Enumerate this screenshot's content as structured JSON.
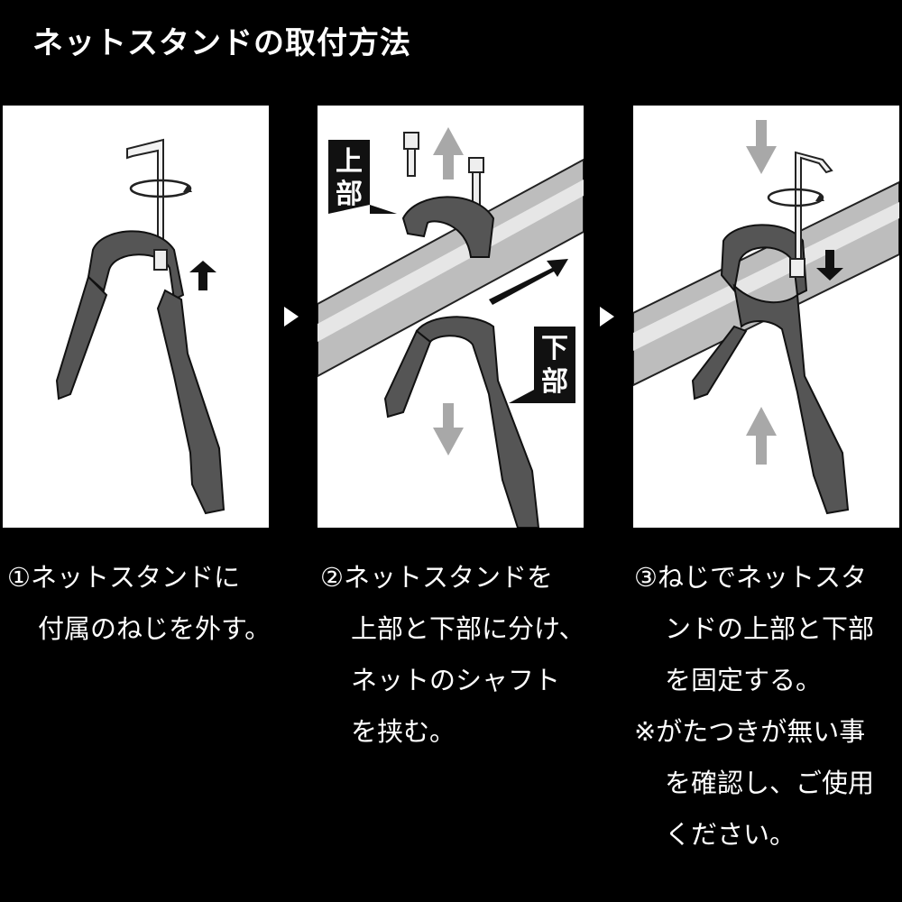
{
  "title": "ネットスタンドの取付方法",
  "colors": {
    "background": "#000000",
    "panel": "#ffffff",
    "text": "#ffffff",
    "part_fill": "#555555",
    "pipe_fill": "#bdbdbd",
    "arrow_gray": "#a8a8a8"
  },
  "panels": [
    {
      "labels": []
    },
    {
      "labels": [
        "上",
        "部",
        "下",
        "部"
      ]
    },
    {
      "labels": []
    }
  ],
  "steps": [
    {
      "lines": [
        "①ネットスタンドに",
        "付属のねじを外す。"
      ]
    },
    {
      "lines": [
        "②ネットスタンドを",
        "上部と下部に分け、",
        "ネットのシャフト",
        "を挟む。"
      ]
    },
    {
      "lines": [
        "③ねじでネットスタ",
        "ンドの上部と下部",
        "を固定する。",
        "※がたつきが無い事",
        "を確認し、ご使用",
        "ください。"
      ]
    }
  ]
}
